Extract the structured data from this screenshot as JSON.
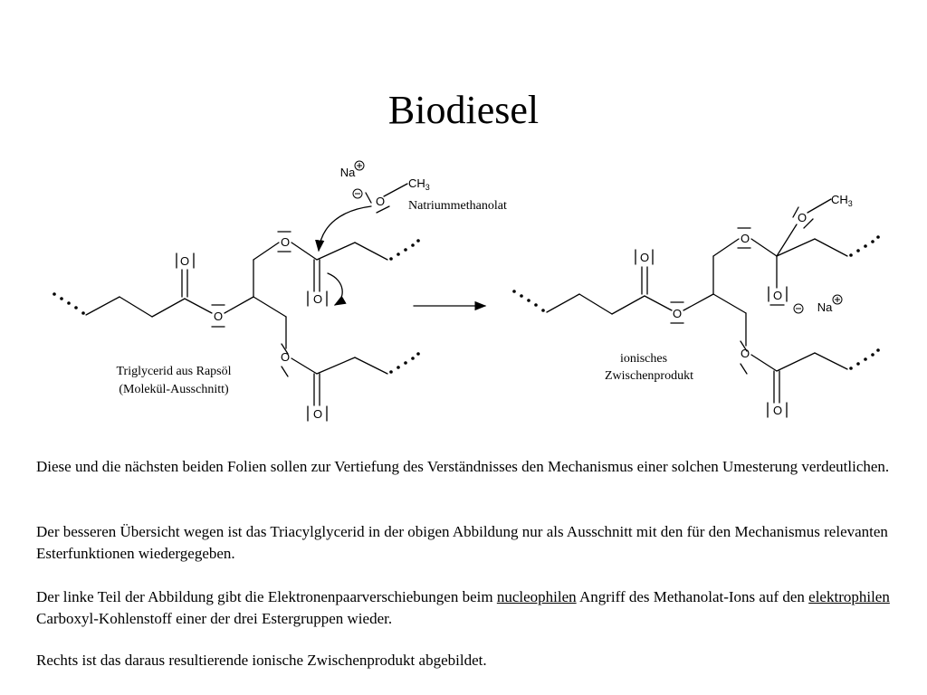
{
  "slide": {
    "title": "Biodiesel"
  },
  "diagram": {
    "left": {
      "caption_line1": "Triglycerid aus Rapsöl",
      "caption_line2": "(Molekül-Ausschnitt)",
      "reagent_label": "Natriummethanolat",
      "sodium": "Na",
      "methyl": "CH",
      "methyl_sub": "3",
      "oxygen": "O"
    },
    "right": {
      "caption_line1": "ionisches",
      "caption_line2": "Zwischenprodukt",
      "sodium": "Na",
      "methyl": "CH",
      "methyl_sub": "3",
      "oxygen": "O"
    }
  },
  "text": {
    "p1": "Diese und die nächsten beiden Folien sollen zur Vertiefung des Verständnisses den Mechanismus einer solchen Umesterung verdeutlichen.",
    "p2": "Der besseren Übersicht wegen ist das Triacylglycerid in der obigen Abbildung nur als Ausschnitt mit den für den Mechanismus relevanten Esterfunktionen wiedergegeben.",
    "p3_a": "Der linke Teil der Abbildung gibt die Elektronenpaarverschiebungen beim ",
    "p3_link1": "nucleophilen",
    "p3_b": " Angriff des Methanolat-Ions auf den ",
    "p3_link2": "elektrophilen",
    "p3_c": " Carboxyl-Kohlenstoff einer der drei Estergruppen wieder.",
    "p4": "Rechts ist das daraus resultierende ionische Zwischenprodukt abgebildet."
  }
}
